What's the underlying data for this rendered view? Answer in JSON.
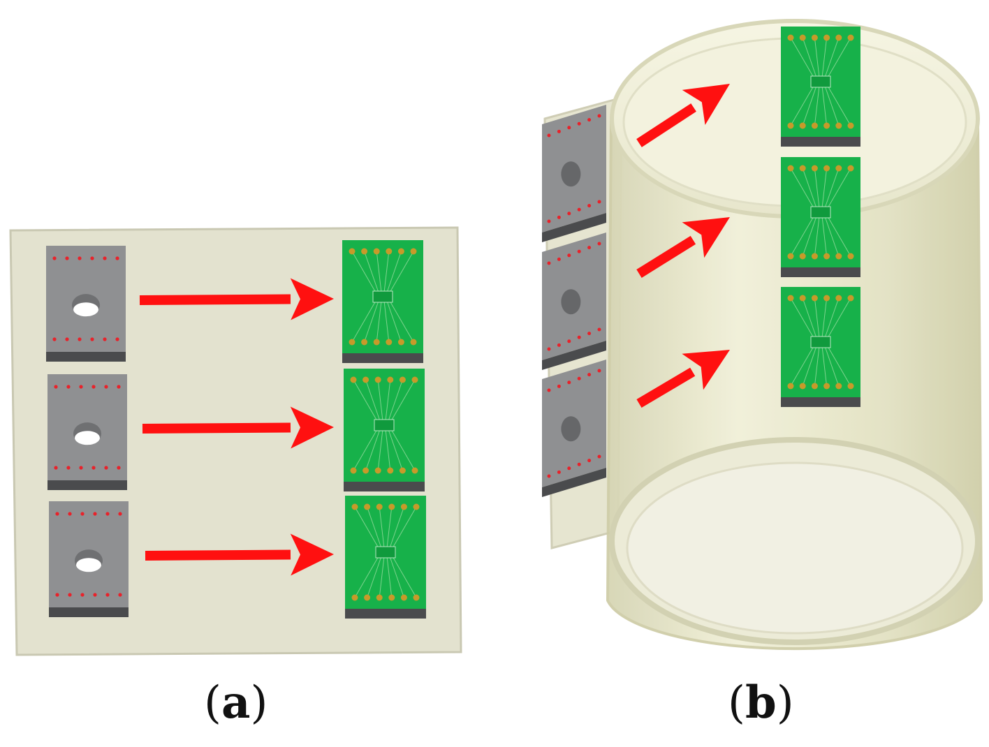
{
  "panels": [
    {
      "id": "a",
      "caption_open": "(",
      "caption_letter": "a",
      "caption_close": ")",
      "layout": "flat"
    },
    {
      "id": "b",
      "caption_open": "(",
      "caption_letter": "b",
      "caption_close": ")",
      "layout": "cylinder"
    }
  ],
  "colors": {
    "substrate": "#e3e2cf",
    "substrate_edge": "#c9c8b2",
    "block_face": "#8f9092",
    "block_base": "#4a4b4d",
    "hole": "#ffffff",
    "dot": "#e8222a",
    "board": "#17b14a",
    "board_dark": "#109a3d",
    "pad": "#c79a2a",
    "arrow": "#ff1010",
    "cylinder": "#e4e3c4",
    "cylinder_edge": "#cfcda8"
  },
  "sensor_count": 3
}
